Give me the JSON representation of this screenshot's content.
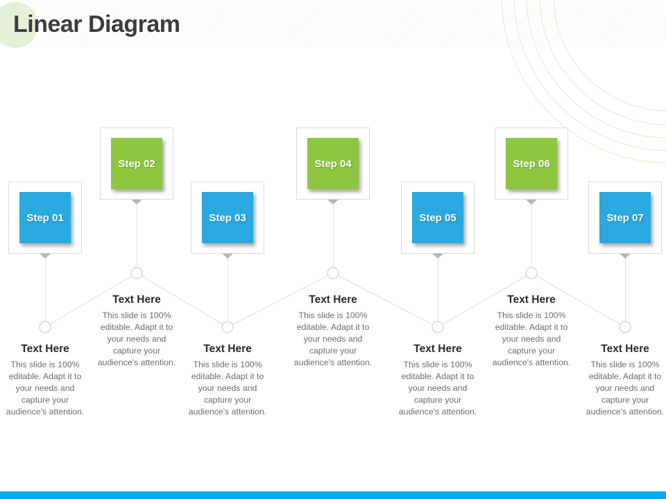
{
  "title": "Linear Diagram",
  "colors": {
    "blue": "#29A9E0",
    "green": "#8DC63F",
    "footer": "#00AEEF",
    "title_accent_circle": "#E5F0D8",
    "corner_arcs": "#ECEED4"
  },
  "steps": [
    {
      "label": "Step 01",
      "color": "#29A9E0",
      "heading": "Text Here",
      "description": "This slide is 100% editable. Adapt it to your needs and capture your audience's attention."
    },
    {
      "label": "Step 02",
      "color": "#8DC63F",
      "heading": "Text Here",
      "description": "This slide is 100% editable. Adapt it to your needs and capture your audience's attention."
    },
    {
      "label": "Step 03",
      "color": "#29A9E0",
      "heading": "Text Here",
      "description": "This slide is 100% editable. Adapt it to your needs and capture your audience's attention."
    },
    {
      "label": "Step 04",
      "color": "#8DC63F",
      "heading": "Text Here",
      "description": "This slide is 100% editable. Adapt it to your needs and capture your audience's attention."
    },
    {
      "label": "Step 05",
      "color": "#29A9E0",
      "heading": "Text Here",
      "description": "This slide is 100% editable. Adapt it to your needs and capture your audience's attention."
    },
    {
      "label": "Step 06",
      "color": "#8DC63F",
      "heading": "Text Here",
      "description": "This slide is 100% editable. Adapt it to your needs and capture your audience's attention."
    },
    {
      "label": "Step 07",
      "color": "#29A9E0",
      "heading": "Text Here",
      "description": "This slide is 100% editable. Adapt it to your needs and capture your audience's attention."
    }
  ]
}
